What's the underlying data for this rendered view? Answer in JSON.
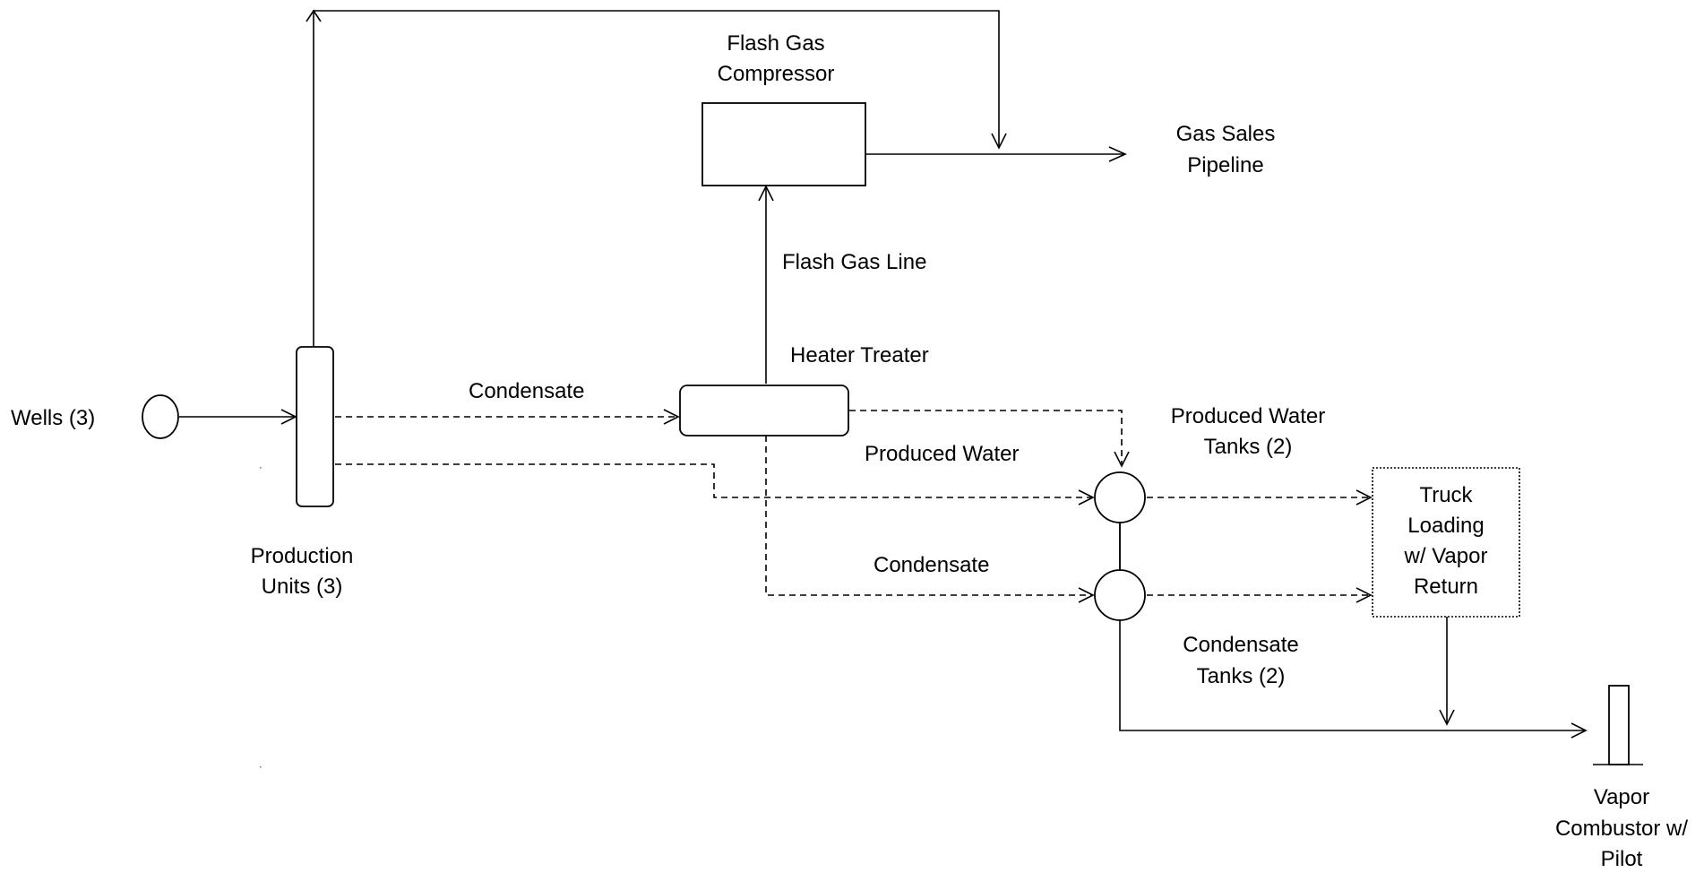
{
  "diagram": {
    "labels": {
      "compressor_line1": "Flash Gas",
      "compressor_line2": "Compressor",
      "gas_sales_line1": "Gas Sales",
      "gas_sales_line2": "Pipeline",
      "flash_gas_line": "Flash Gas Line",
      "heater_treater": "Heater Treater",
      "wells": "Wells (3)",
      "condensate_top": "Condensate",
      "produced_water": "Produced Water",
      "pw_tanks_line1": "Produced Water",
      "pw_tanks_line2": "Tanks (2)",
      "production_units_line1": "Production",
      "production_units_line2": "Units (3)",
      "condensate_mid": "Condensate",
      "truck_line1": "Truck",
      "truck_line2": "Loading",
      "truck_line3": "w/ Vapor",
      "truck_line4": "Return",
      "cond_tanks_line1": "Condensate",
      "cond_tanks_line2": "Tanks (2)",
      "combustor_line1": "Vapor",
      "combustor_line2": "Combustor w/",
      "combustor_line3": "Pilot"
    }
  }
}
